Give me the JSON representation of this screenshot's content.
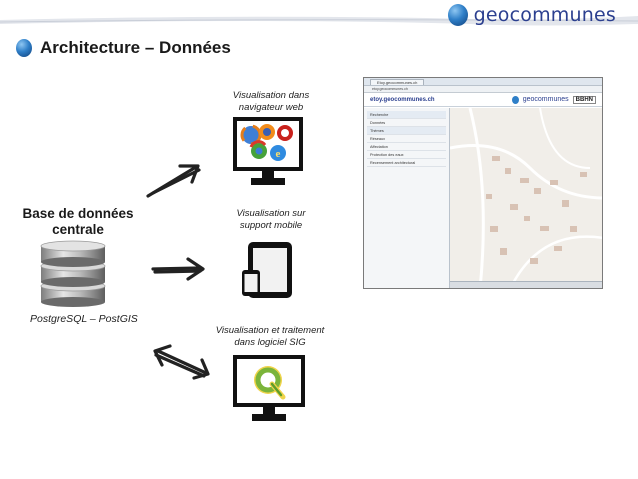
{
  "brand": {
    "name": "geocommunes"
  },
  "slide": {
    "title": "Architecture – Données"
  },
  "database": {
    "title_line1": "Base de données",
    "title_line2": "centrale",
    "subtitle": "PostgreSQL – PostGIS"
  },
  "targets": [
    {
      "caption_line1": "Visualisation dans",
      "caption_line2": "navigateur web",
      "icon": "browsers-monitor-icon"
    },
    {
      "caption_line1": "Visualisation sur",
      "caption_line2": "support mobile",
      "icon": "tablet-icon"
    },
    {
      "caption_line1": "Visualisation et traitement",
      "caption_line2": "dans logiciel SIG",
      "icon": "qgis-monitor-icon"
    }
  ],
  "web_screenshot": {
    "tab": "Etoy.geocommunes.ch",
    "url": "etoy.geocommunes.ch",
    "site": "etoy.geocommunes.ch",
    "brand": "geocommunes",
    "partner": "BBHN",
    "sidebar": [
      "Recherche",
      "Données",
      "Thèmes",
      "Réseaux",
      "Affectation",
      "Protection des eaux",
      "Recensement architectural"
    ],
    "colors": {
      "map_bg": "#f1eee9",
      "building": "#d8c2b4",
      "road": "#ffffff"
    }
  },
  "colors": {
    "brand_blue": "#2b3f8f",
    "orb_blue": "#2f7fc8",
    "text": "#1a1a1a"
  }
}
